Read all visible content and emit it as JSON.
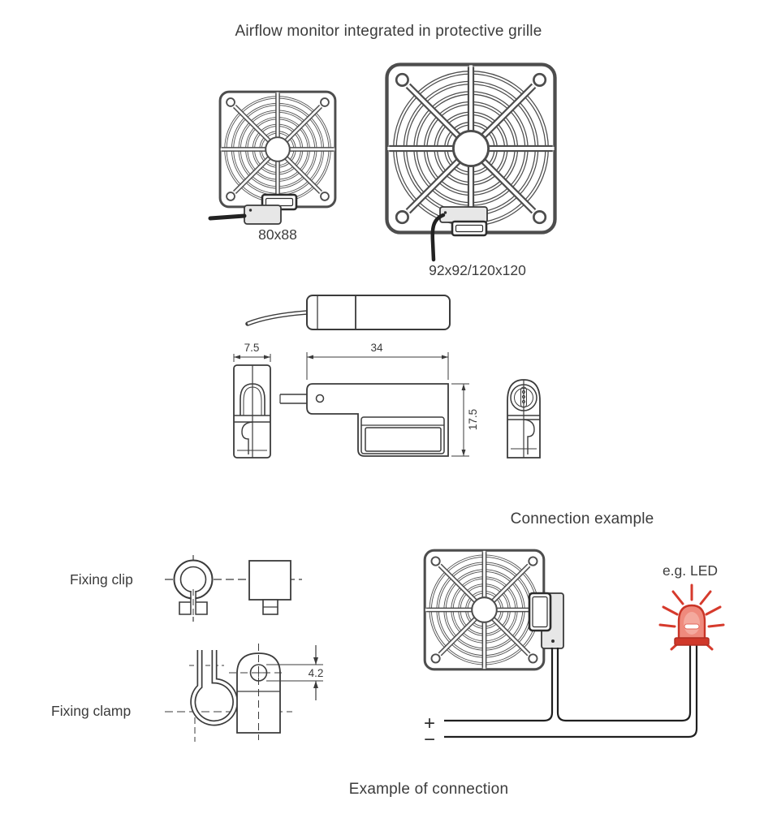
{
  "page": {
    "title": "Airflow monitor integrated in protective grille",
    "footer": "Example of connection"
  },
  "grille_section": {
    "small_size_label": "80x88",
    "large_size_label": "92x92/120x120"
  },
  "dimension_drawing": {
    "width": "7.5",
    "length": "34",
    "height": "17.5"
  },
  "fixing_section": {
    "clip_label": "Fixing clip",
    "clamp_label": "Fixing clamp",
    "hole_dim": "4.2"
  },
  "connection_section": {
    "heading": "Connection example",
    "led_label": "e.g. LED",
    "plus_terminal": "+",
    "minus_terminal": "−"
  },
  "colors": {
    "line": "#3b3b3b",
    "grille_line": "#4d4d4d",
    "module_fill": "#e7e7e7",
    "wire": "#1f1f1f",
    "led_red": "#d0382a",
    "led_fill": "#ef8a7d",
    "background": "#ffffff"
  }
}
